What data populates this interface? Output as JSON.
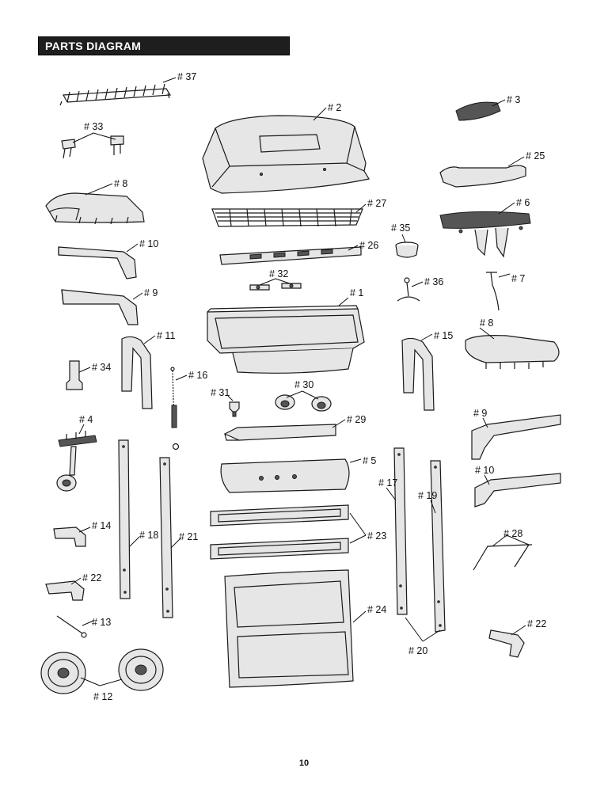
{
  "header": {
    "title": "PARTS DIAGRAM"
  },
  "page_number": "10",
  "accent_colors": {
    "header_bg": "#1e1e1e",
    "header_text": "#ffffff",
    "line": "#1a1a1a"
  },
  "labels": [
    {
      "id": "p37",
      "text": "# 37"
    },
    {
      "id": "p2",
      "text": "# 2"
    },
    {
      "id": "p3",
      "text": "# 3"
    },
    {
      "id": "p33",
      "text": "# 33"
    },
    {
      "id": "p25",
      "text": "# 25"
    },
    {
      "id": "p8a",
      "text": "# 8"
    },
    {
      "id": "p27",
      "text": "# 27"
    },
    {
      "id": "p6",
      "text": "# 6"
    },
    {
      "id": "p35",
      "text": "# 35"
    },
    {
      "id": "p10a",
      "text": "# 10"
    },
    {
      "id": "p26",
      "text": "# 26"
    },
    {
      "id": "p32",
      "text": "# 32"
    },
    {
      "id": "p7",
      "text": "# 7"
    },
    {
      "id": "p36",
      "text": "# 36"
    },
    {
      "id": "p9a",
      "text": "# 9"
    },
    {
      "id": "p1",
      "text": "# 1"
    },
    {
      "id": "p8b",
      "text": "# 8"
    },
    {
      "id": "p11",
      "text": "# 11"
    },
    {
      "id": "p15",
      "text": "# 15"
    },
    {
      "id": "p34",
      "text": "# 34"
    },
    {
      "id": "p16",
      "text": "# 16"
    },
    {
      "id": "p30",
      "text": "# 30"
    },
    {
      "id": "p31",
      "text": "# 31"
    },
    {
      "id": "p9b",
      "text": "# 9"
    },
    {
      "id": "p4",
      "text": "# 4"
    },
    {
      "id": "p29",
      "text": "# 29"
    },
    {
      "id": "p5",
      "text": "# 5"
    },
    {
      "id": "p10b",
      "text": "# 10"
    },
    {
      "id": "p17",
      "text": "# 17"
    },
    {
      "id": "p19",
      "text": "# 19"
    },
    {
      "id": "p28",
      "text": "# 28"
    },
    {
      "id": "p14",
      "text": "# 14"
    },
    {
      "id": "p18",
      "text": "# 18"
    },
    {
      "id": "p21",
      "text": "# 21"
    },
    {
      "id": "p23",
      "text": "# 23"
    },
    {
      "id": "p22a",
      "text": "# 22"
    },
    {
      "id": "p24",
      "text": "# 24"
    },
    {
      "id": "p13",
      "text": "# 13"
    },
    {
      "id": "p22b",
      "text": "# 22"
    },
    {
      "id": "p20",
      "text": "# 20"
    },
    {
      "id": "p12",
      "text": "# 12"
    }
  ]
}
